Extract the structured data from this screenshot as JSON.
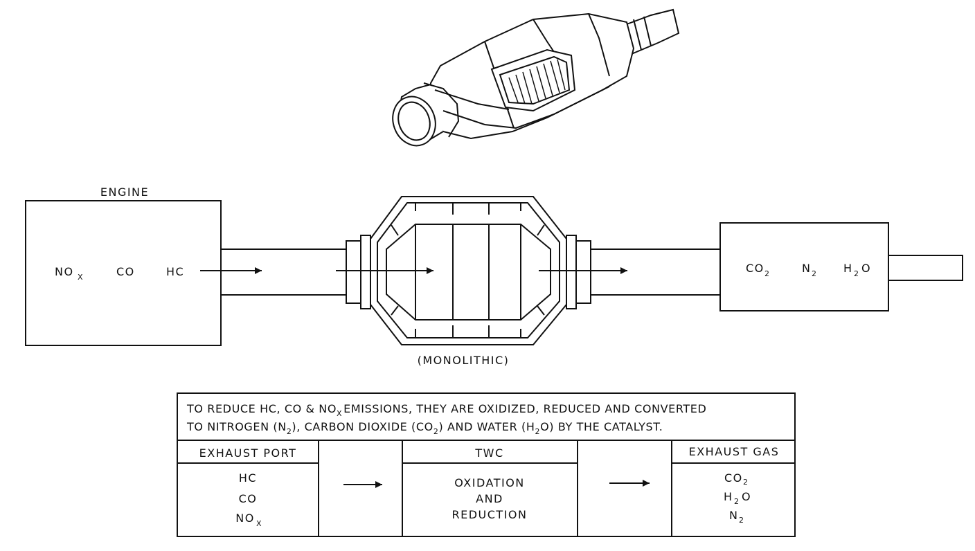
{
  "engine": {
    "title": "ENGINE",
    "gases": [
      "NO",
      "CO",
      "HC"
    ],
    "nox_subscript": "X"
  },
  "converter": {
    "caption": "(MONOLITHIC)"
  },
  "outlet": {
    "gases": {
      "co2": "CO",
      "co2_sub": "2",
      "n2": "N",
      "n2_sub": "2",
      "h2o_h": "H",
      "h2o_sub": "2",
      "h2o_o": "O"
    }
  },
  "summary": {
    "line1_a": "TO REDUCE HC, CO & NO",
    "line1_sub": "X",
    "line1_b": "EMISSIONS, THEY ARE OXIDIZED, REDUCED AND CONVERTED",
    "line2_a": "TO NITROGEN (N",
    "line2_sub1": "2",
    "line2_b": "), CARBON DIOXIDE (CO",
    "line2_sub2": "2",
    "line2_c": ") AND WATER (H",
    "line2_sub3": "2",
    "line2_d": "O) BY THE CATALYST.",
    "columns": {
      "exhaust_port": {
        "header": "EXHAUST PORT",
        "items": [
          "HC",
          "CO",
          "NO"
        ],
        "nox_sub": "X"
      },
      "twc": {
        "header": "TWC",
        "items": [
          "OXIDATION",
          "AND",
          "REDUCTION"
        ]
      },
      "exhaust_gas": {
        "header": "EXHAUST GAS",
        "co2": "CO",
        "co2_sub": "2",
        "h2o_h": "H",
        "h2o_sub": "2",
        "h2o_o": "O",
        "n2": "N",
        "n2_sub": "2"
      }
    }
  }
}
